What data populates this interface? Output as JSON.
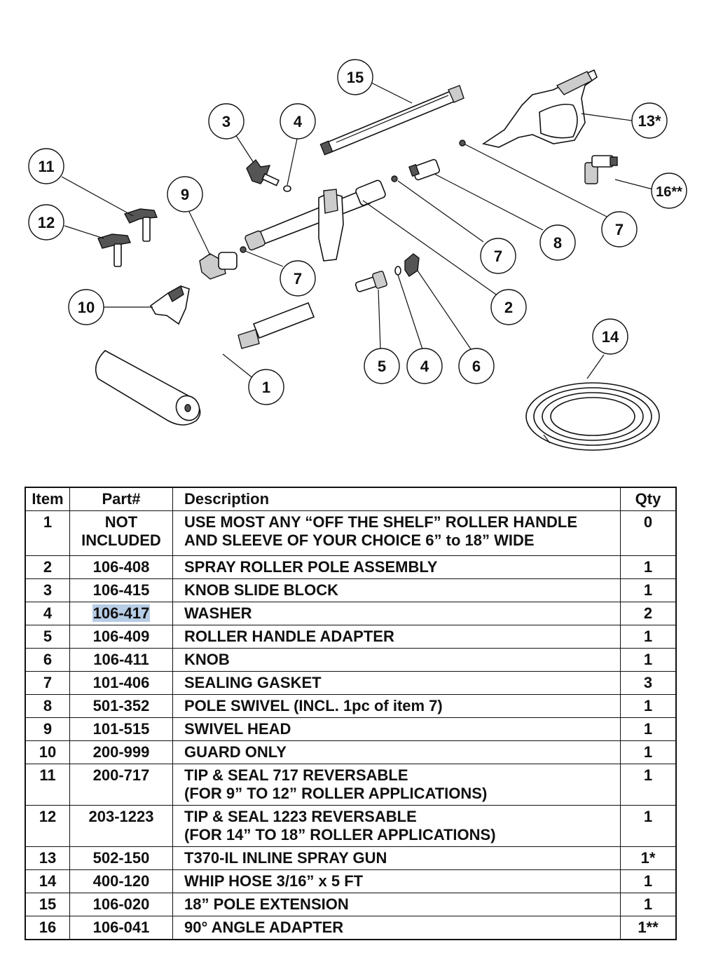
{
  "callouts": {
    "c1": "1",
    "c2": "2",
    "c3": "3",
    "c4a": "4",
    "c4b": "4",
    "c5": "5",
    "c6": "6",
    "c7a": "7",
    "c7b": "7",
    "c7c": "7",
    "c8": "8",
    "c9": "9",
    "c10": "10",
    "c11": "11",
    "c12": "12",
    "c13": "13*",
    "c14": "14",
    "c15": "15",
    "c16": "16**"
  },
  "table": {
    "headers": {
      "item": "Item",
      "part": "Part#",
      "description": "Description",
      "qty": "Qty"
    },
    "rows": [
      {
        "item": "1",
        "part_line1": "NOT",
        "part_line2": "INCLUDED",
        "desc_line1": "USE MOST ANY “OFF THE SHELF” ROLLER HANDLE",
        "desc_line2": "AND SLEEVE OF YOUR CHOICE 6” to 18” WIDE",
        "qty": "0"
      },
      {
        "item": "2",
        "part": "106-408",
        "desc": "SPRAY ROLLER POLE ASSEMBLY",
        "qty": "1"
      },
      {
        "item": "3",
        "part": "106-415",
        "desc": "KNOB SLIDE BLOCK",
        "qty": "1"
      },
      {
        "item": "4",
        "part": "106-417",
        "desc": "WASHER",
        "qty": "2"
      },
      {
        "item": "5",
        "part": "106-409",
        "desc": "ROLLER HANDLE ADAPTER",
        "qty": "1"
      },
      {
        "item": "6",
        "part": "106-411",
        "desc": "KNOB",
        "qty": "1"
      },
      {
        "item": "7",
        "part": "101-406",
        "desc": "SEALING GASKET",
        "qty": "3"
      },
      {
        "item": "8",
        "part": "501-352",
        "desc": "POLE SWIVEL (INCL. 1pc of item 7)",
        "qty": "1"
      },
      {
        "item": "9",
        "part": "101-515",
        "desc": "SWIVEL HEAD",
        "qty": "1"
      },
      {
        "item": "10",
        "part": "200-999",
        "desc": "GUARD ONLY",
        "qty": "1"
      },
      {
        "item": "11",
        "part": "200-717",
        "desc_line1": "TIP & SEAL 717 REVERSABLE",
        "desc_line2": "(FOR 9” TO 12” ROLLER APPLICATIONS)",
        "qty": "1"
      },
      {
        "item": "12",
        "part": "203-1223",
        "desc_line1": "TIP & SEAL 1223 REVERSABLE",
        "desc_line2": "(FOR 14” TO 18” ROLLER APPLICATIONS)",
        "qty": "1"
      },
      {
        "item": "13",
        "part": "502-150",
        "desc": "T370-IL INLINE SPRAY GUN",
        "qty": "1*"
      },
      {
        "item": "14",
        "part": "400-120",
        "desc": "WHIP HOSE 3/16” x 5 FT",
        "qty": "1"
      },
      {
        "item": "15",
        "part": "106-020",
        "desc": "18” POLE EXTENSION",
        "qty": "1"
      },
      {
        "item": "16",
        "part": "106-041",
        "desc": "90° ANGLE ADAPTER",
        "qty": "1**"
      }
    ]
  }
}
